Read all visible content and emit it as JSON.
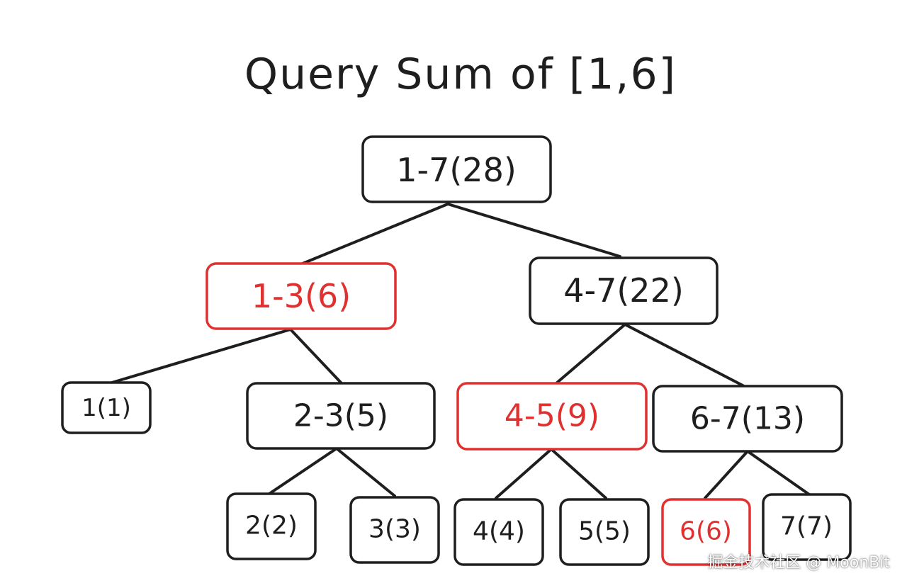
{
  "title": "Query Sum of [1,6]",
  "colors": {
    "ink": "#1e1e1e",
    "highlight": "#e03131",
    "background": "#ffffff"
  },
  "nodes": {
    "n17": {
      "label": "1-7(28)",
      "highlighted": false
    },
    "n13": {
      "label": "1-3(6)",
      "highlighted": true
    },
    "n47": {
      "label": "4-7(22)",
      "highlighted": false
    },
    "n1": {
      "label": "1(1)",
      "highlighted": false
    },
    "n23": {
      "label": "2-3(5)",
      "highlighted": false
    },
    "n45": {
      "label": "4-5(9)",
      "highlighted": true
    },
    "n67": {
      "label": "6-7(13)",
      "highlighted": false
    },
    "n2": {
      "label": "2(2)",
      "highlighted": false
    },
    "n3": {
      "label": "3(3)",
      "highlighted": false
    },
    "n4": {
      "label": "4(4)",
      "highlighted": false
    },
    "n5": {
      "label": "5(5)",
      "highlighted": false
    },
    "n6": {
      "label": "6(6)",
      "highlighted": true
    },
    "n7": {
      "label": "7(7)",
      "highlighted": false
    }
  },
  "edges": [
    [
      "n17",
      "n13"
    ],
    [
      "n17",
      "n47"
    ],
    [
      "n13",
      "n1"
    ],
    [
      "n13",
      "n23"
    ],
    [
      "n47",
      "n45"
    ],
    [
      "n47",
      "n67"
    ],
    [
      "n23",
      "n2"
    ],
    [
      "n23",
      "n3"
    ],
    [
      "n45",
      "n4"
    ],
    [
      "n45",
      "n5"
    ],
    [
      "n67",
      "n6"
    ],
    [
      "n67",
      "n7"
    ]
  ],
  "watermark": "掘金技术社区 @ MoonBit"
}
